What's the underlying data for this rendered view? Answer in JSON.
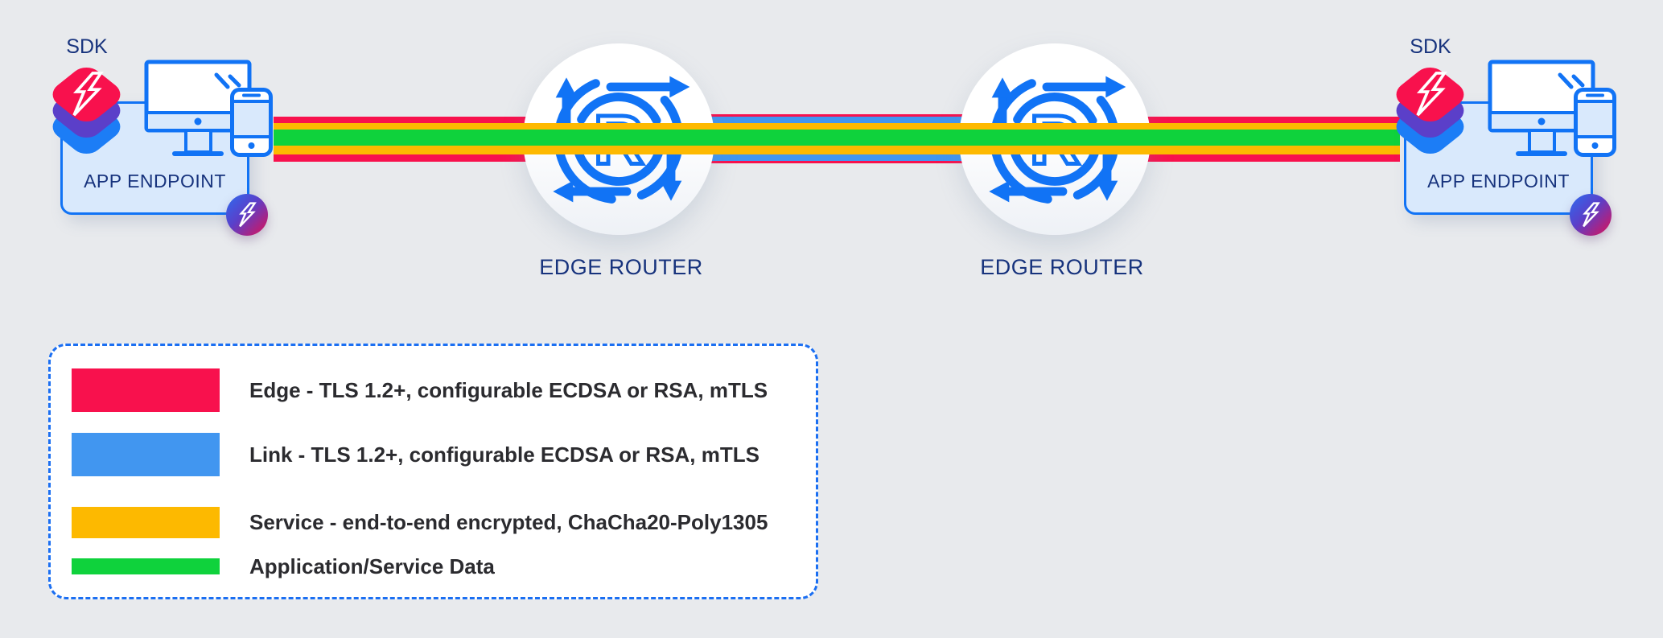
{
  "diagram": {
    "endpoints": [
      {
        "sdk_label": "SDK",
        "label": "APP ENDPOINT"
      },
      {
        "sdk_label": "SDK",
        "label": "APP ENDPOINT"
      }
    ],
    "routers": [
      {
        "label": "EDGE ROUTER",
        "glyph_letter": "R"
      },
      {
        "label": "EDGE ROUTER",
        "glyph_letter": "R"
      }
    ]
  },
  "legend": {
    "rows": [
      {
        "label": "Edge - TLS 1.2+, configurable ECDSA or RSA, mTLS",
        "color": "#F8114D"
      },
      {
        "label": "Link - TLS 1.2+, configurable ECDSA or RSA, mTLS",
        "color": "#4196F0"
      },
      {
        "label": "Service - end-to-end encrypted, ChaCha20-Poly1305",
        "color": "#FDB900"
      },
      {
        "label": "Application/Service Data",
        "color": "#0FD23C"
      }
    ]
  },
  "colors": {
    "background": "#E8EAED",
    "edge_red": "#F8114D",
    "link_blue": "#4196F0",
    "service_yellow": "#FDB900",
    "data_green": "#0FD23C",
    "icon_stroke": "#1173F5",
    "icon_fill": "#D9E9FC",
    "label_navy": "#17337D",
    "legend_text": "#2B2B2F",
    "legend_border": "#1B6FF2",
    "stack_purple": "#5B3FC9",
    "stack_blue": "#1C7DF6",
    "badge_blue": "#2B6CF0",
    "badge_crimson": "#E01054"
  }
}
